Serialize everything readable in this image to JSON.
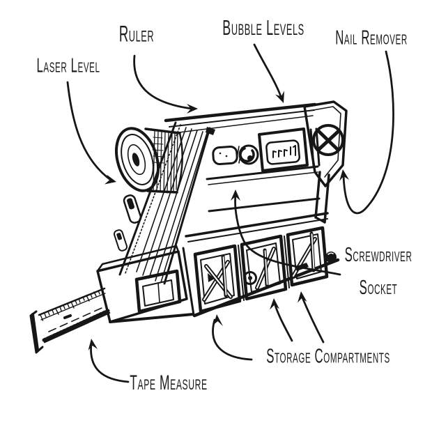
{
  "colors": {
    "ink": "#161616",
    "paper": "#ffffff"
  },
  "labels": {
    "laser_level": {
      "text": "Laser Level"
    },
    "ruler": {
      "text": "Ruler"
    },
    "bubble_levels": {
      "text": "Bubble Levels"
    },
    "nail_remover": {
      "text": "Nail Remover"
    },
    "screwdriver_socket": {
      "line1": "Screwdriver",
      "line2": "Socket"
    },
    "storage_compartments": {
      "text": "Storage Compartments"
    },
    "tape_measure": {
      "text": "Tape Measure"
    }
  }
}
